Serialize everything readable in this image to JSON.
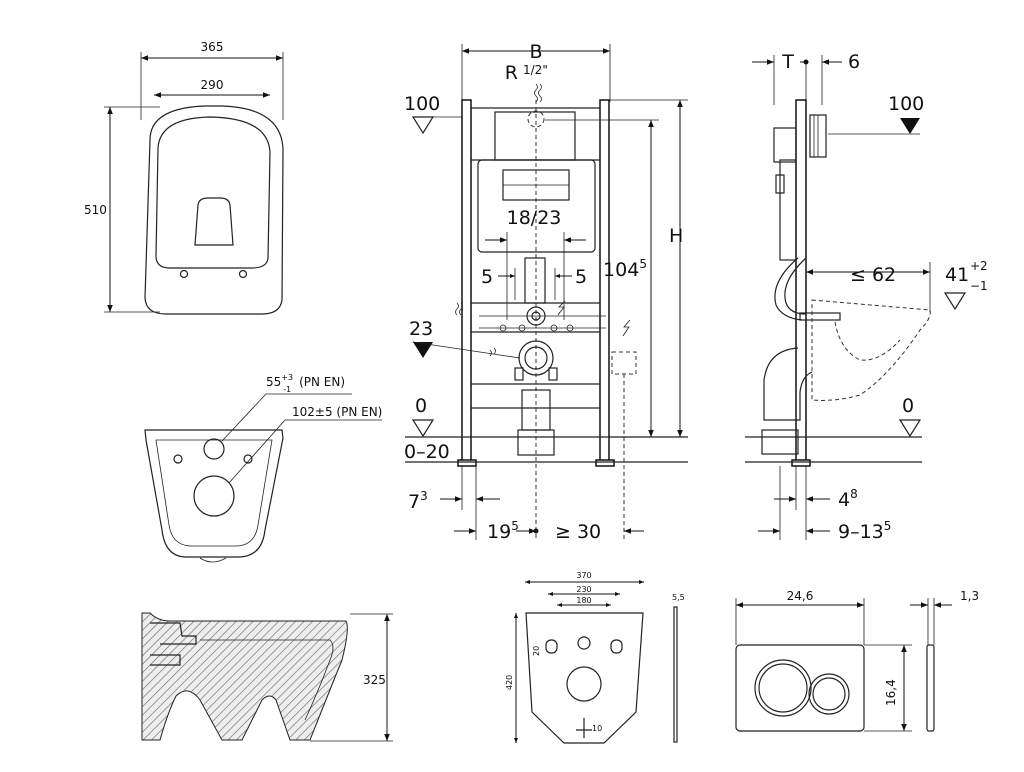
{
  "bowl_top": {
    "width_outer": "365",
    "width_inner": "290",
    "depth": "510"
  },
  "bowl_bottom": {
    "drain_small": {
      "base": "55",
      "sup": "+3",
      "sub": "-1",
      "suffix": "(PN EN)"
    },
    "drain_large": "102±5 (PN EN)"
  },
  "bowl_side": {
    "height": "325"
  },
  "frame_front": {
    "width": "B",
    "thread": "R",
    "thread_frac": "1/2\"",
    "level_top": "100",
    "level_23": "23",
    "level_0": "0",
    "range_0_20": "0–20",
    "spacing": "18/23",
    "offset_left": "5",
    "offset_right": "5",
    "height_symbol": "H",
    "height_104": "104",
    "height_104_sup": "5",
    "bottom_73": "7",
    "bottom_73_sup": "3",
    "bottom_195": "19",
    "bottom_195_sup": "5",
    "bottom_30": "≥ 30"
  },
  "frame_side": {
    "depth_T": "T",
    "depth_6": "6",
    "level_top": "100",
    "reach": "≤ 62",
    "height_41": "41",
    "tol_plus": "+2",
    "tol_minus": "−1",
    "level_0": "0",
    "bottom_48": "4",
    "bottom_48_sup": "8",
    "bottom_range": "9–13",
    "bottom_range_sup": "5"
  },
  "mat": {
    "width_370": "370",
    "width_230": "230",
    "width_180": "180",
    "height_420": "420",
    "dim_20": "20",
    "dim_10": "10",
    "thickness": "5,5"
  },
  "button": {
    "width": "24,6",
    "height": "16,4",
    "thickness": "1,3"
  }
}
